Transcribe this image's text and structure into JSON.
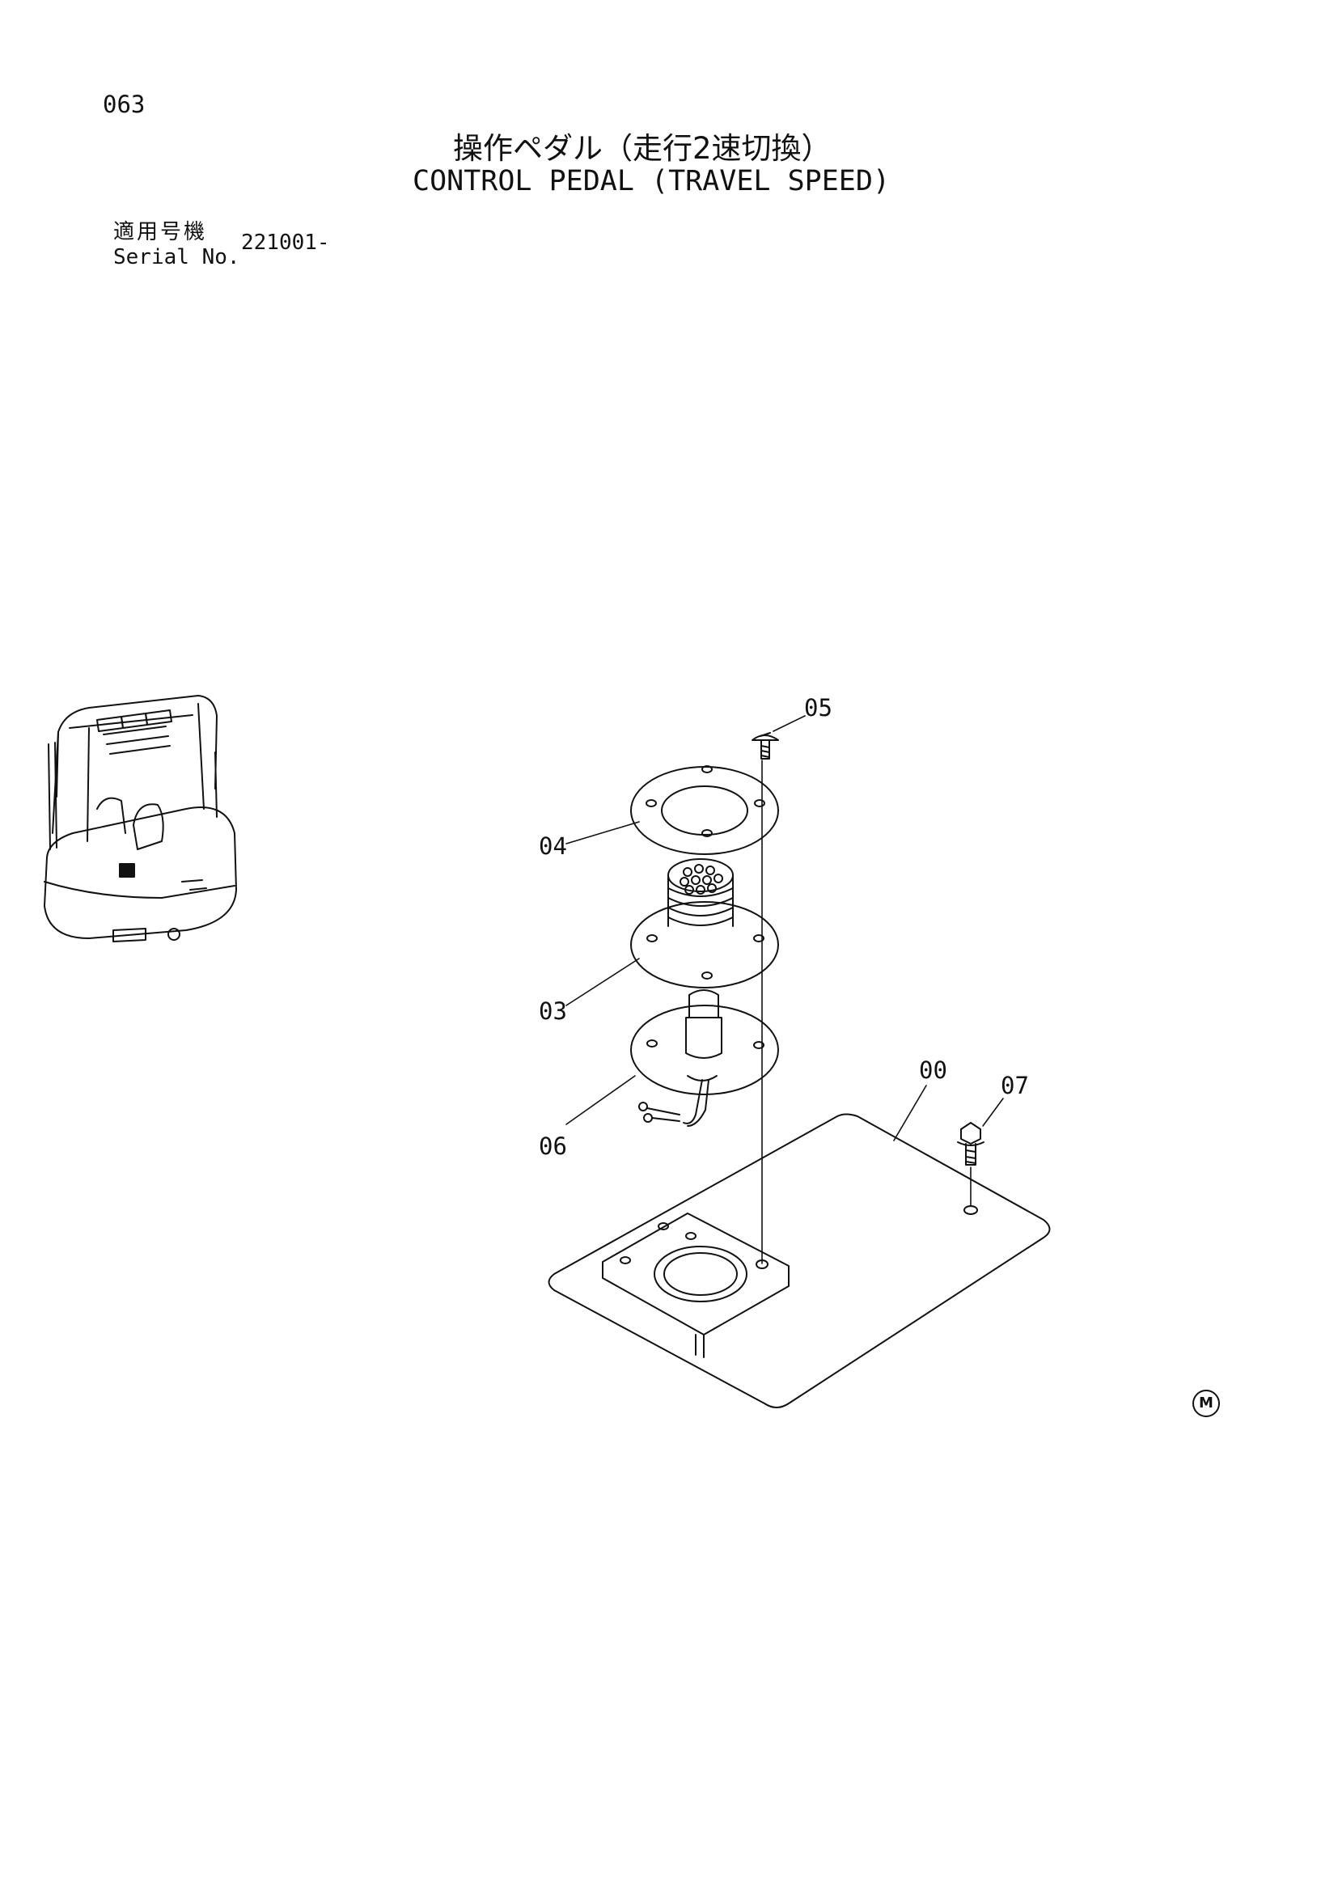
{
  "header": {
    "page_number": "063",
    "title_jp": "操作ペダル（走行2速切換）",
    "title_en": "CONTROL PEDAL (TRAVEL SPEED)"
  },
  "serial": {
    "label_jp": "適用号機",
    "label_en": "Serial No.",
    "value": "221001-"
  },
  "callouts": [
    {
      "id": "05",
      "label": "05"
    },
    {
      "id": "04",
      "label": "04"
    },
    {
      "id": "03",
      "label": "03"
    },
    {
      "id": "06",
      "label": "06"
    },
    {
      "id": "00",
      "label": "00"
    },
    {
      "id": "07",
      "label": "07"
    }
  ],
  "mark": "M"
}
